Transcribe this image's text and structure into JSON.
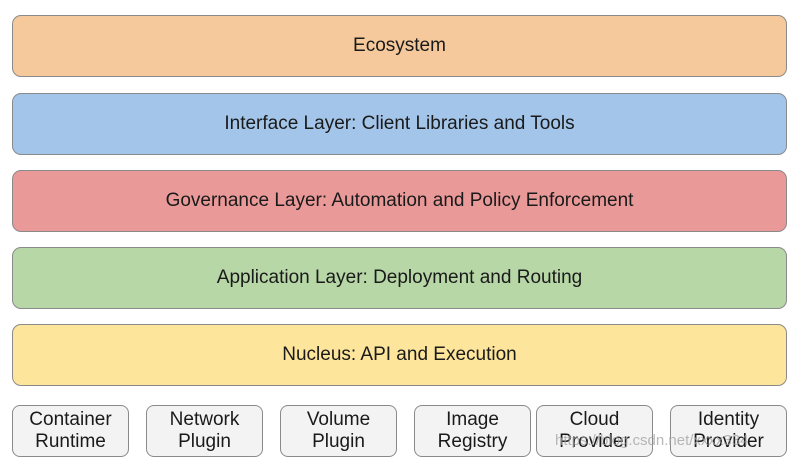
{
  "layers": [
    {
      "label": "Ecosystem",
      "color": "#f5c99b"
    },
    {
      "label": "Interface Layer: Client Libraries and Tools",
      "color": "#a4c5ea"
    },
    {
      "label": "Governance Layer: Automation and Policy Enforcement",
      "color": "#ea9999"
    },
    {
      "label": "Application Layer: Deployment and Routing",
      "color": "#b7d7a7"
    },
    {
      "label": "Nucleus: API and Execution",
      "color": "#fde59b"
    }
  ],
  "components": [
    {
      "line1": "Container",
      "line2": "Runtime"
    },
    {
      "line1": "Network",
      "line2": "Plugin"
    },
    {
      "line1": "Volume",
      "line2": "Plugin"
    },
    {
      "line1": "Image",
      "line2": "Registry"
    },
    {
      "line1": "Cloud",
      "line2": "Provider"
    },
    {
      "line1": "Identity",
      "line2": "Provider"
    }
  ],
  "watermark": "https://blog.csdn.net/xxxx334"
}
